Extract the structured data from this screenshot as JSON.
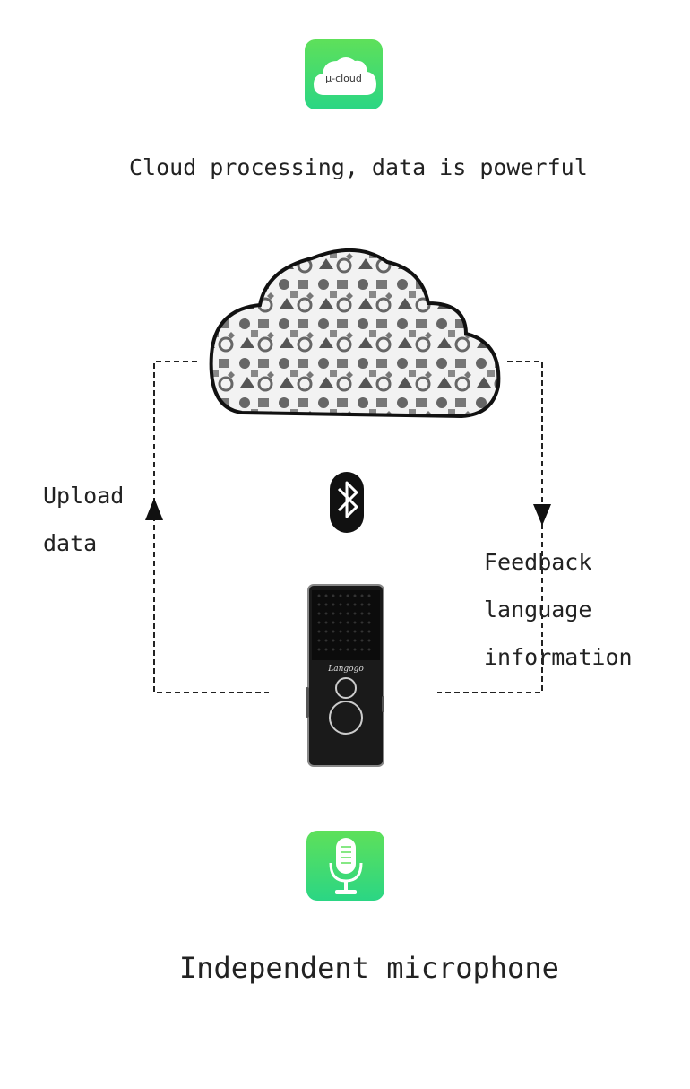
{
  "top_app": {
    "label": "μ-cloud",
    "icon": "cloud-icon"
  },
  "headline": "Cloud processing, data is powerful",
  "diagram": {
    "cloud": {
      "icon": "data-cloud-icon"
    },
    "connection": {
      "icon": "bluetooth-icon"
    },
    "device": {
      "brand": "Langogo",
      "icon": "translator-device"
    },
    "upload_label": [
      "Upload",
      "data"
    ],
    "feedback_label": [
      "Feedback",
      "language",
      "information"
    ]
  },
  "bottom_app": {
    "icon": "microphone-icon"
  },
  "footer_caption": "Independent microphone",
  "colors": {
    "app_green_top": "#5ee05a",
    "app_green_bottom": "#2bd684",
    "text": "#222222"
  }
}
